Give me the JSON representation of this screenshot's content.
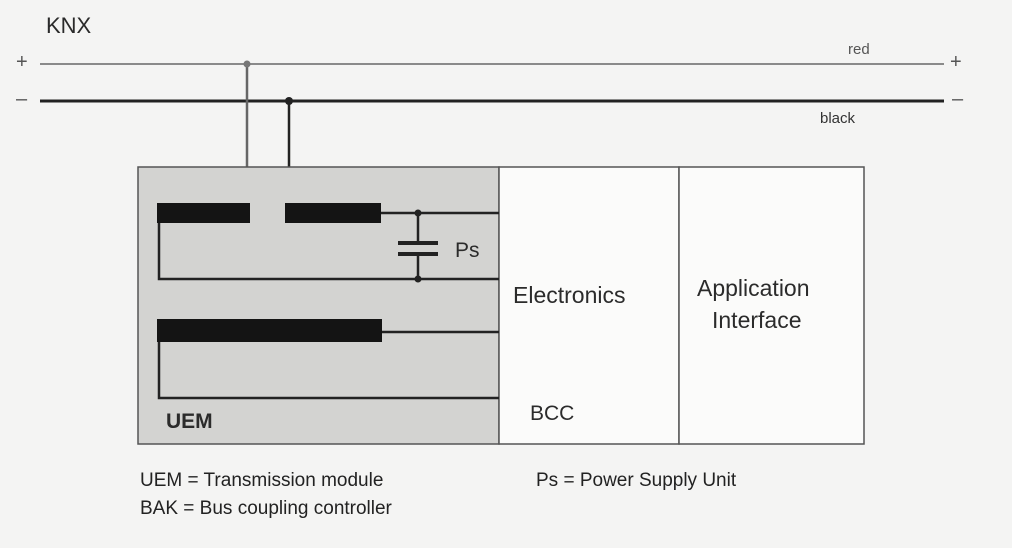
{
  "title": "KNX",
  "wires": {
    "plus_left": "+",
    "plus_right": "+",
    "minus_left": "–",
    "minus_right": "–",
    "red_label": "red",
    "black_label": "black"
  },
  "blocks": {
    "uem_label": "UEM",
    "ps_label": "Ps",
    "electronics_label": "Electronics",
    "bcc_label": "BCC",
    "app_line1": "Application",
    "app_line2": "Interface"
  },
  "legend": {
    "uem": "UEM = Transmission module",
    "bak": "BAK = Bus coupling controller",
    "ps": "Ps = Power Supply Unit"
  },
  "colors": {
    "background": "#f4f4f3",
    "uem_fill": "#d3d3d1",
    "line": "#222222",
    "red_wire": "#8a8a8a"
  }
}
